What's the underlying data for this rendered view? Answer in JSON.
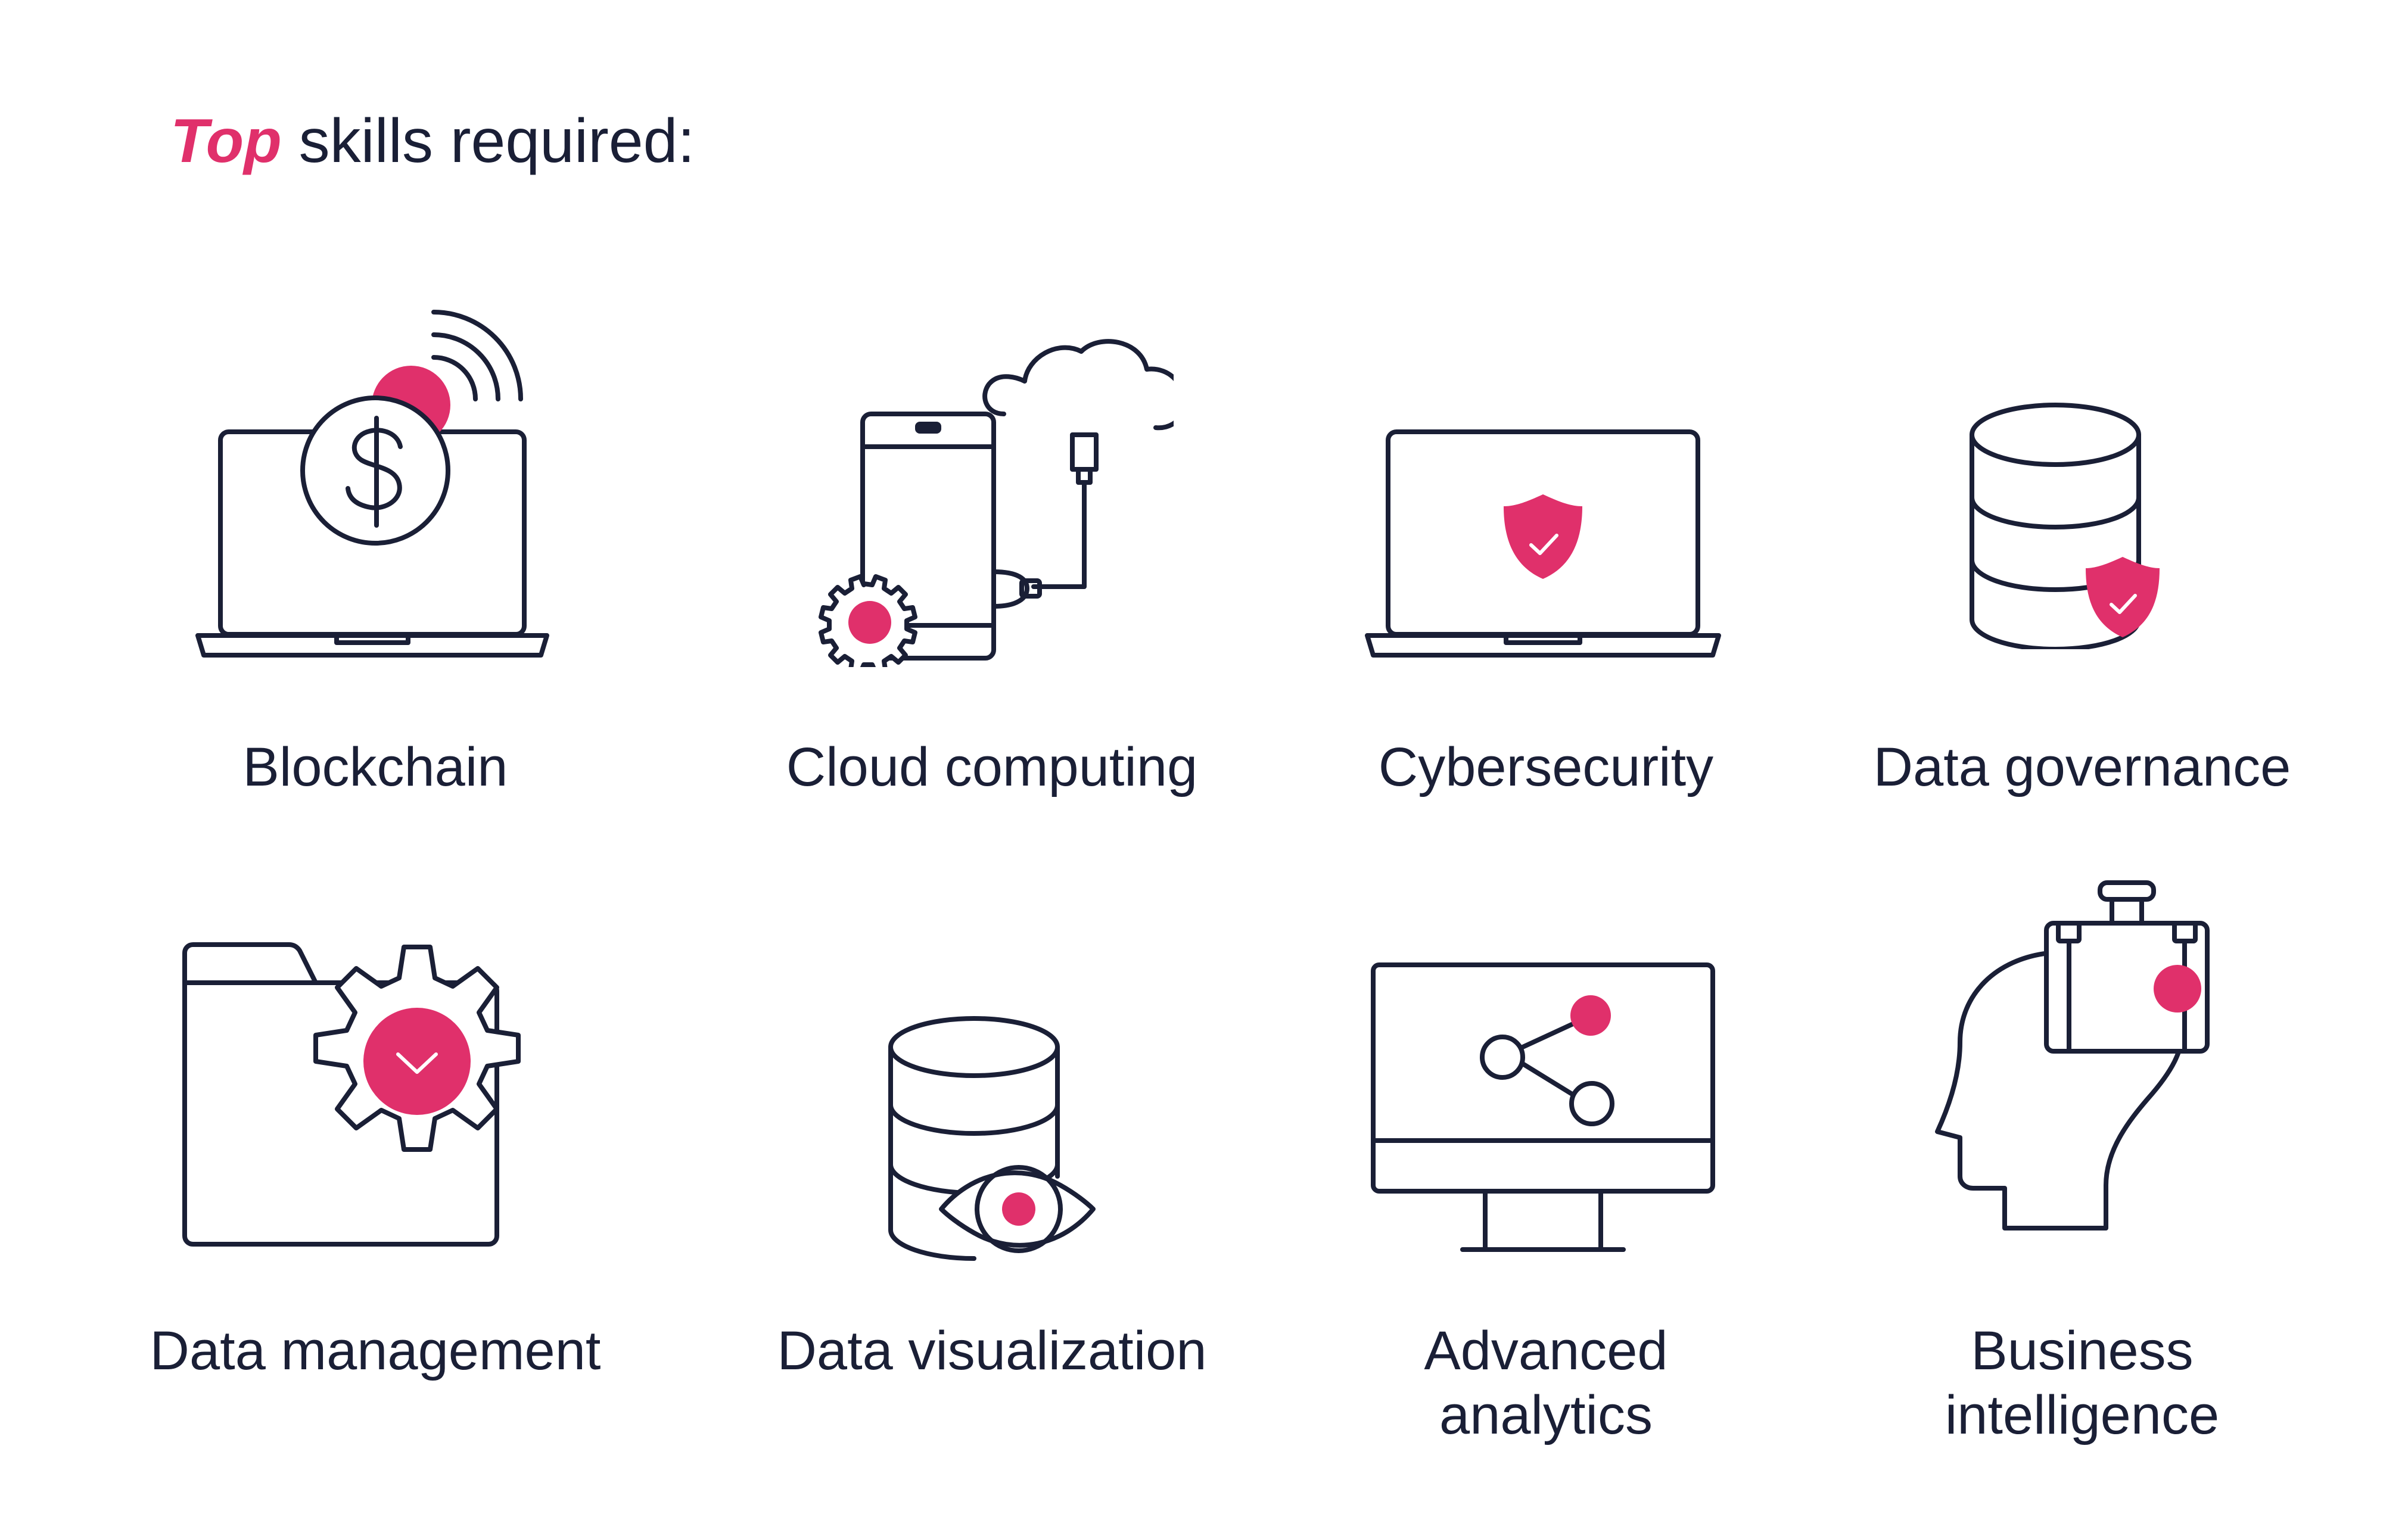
{
  "header": {
    "title_accent": "Top",
    "title_rest": " skills required:"
  },
  "colors": {
    "accent": "#e0306b",
    "ink": "#1a1f36",
    "background": "#ffffff"
  },
  "skills": [
    {
      "label_lines": [
        "Blockchain"
      ],
      "icon": "laptop-dollar-coin-icon"
    },
    {
      "label_lines": [
        "Cloud computing"
      ],
      "icon": "phone-cloud-gear-icon"
    },
    {
      "label_lines": [
        "Cybersecurity"
      ],
      "icon": "laptop-shield-icon"
    },
    {
      "label_lines": [
        "Data governance"
      ],
      "icon": "database-shield-icon"
    },
    {
      "label_lines": [
        "Data management"
      ],
      "icon": "folder-gear-icon"
    },
    {
      "label_lines": [
        "Data visualization"
      ],
      "icon": "database-eye-icon"
    },
    {
      "label_lines": [
        "Advanced",
        "analytics"
      ],
      "icon": "monitor-network-icon"
    },
    {
      "label_lines": [
        "Business",
        "intelligence"
      ],
      "icon": "head-briefcase-icon"
    }
  ]
}
